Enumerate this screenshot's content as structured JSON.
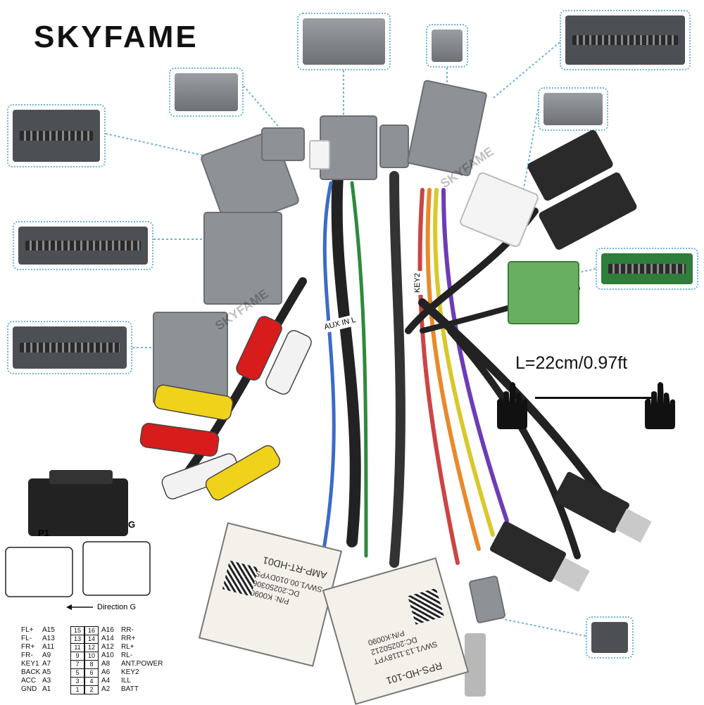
{
  "brand": {
    "name": "SKYFAME"
  },
  "watermark": "SKYFAME",
  "measurement": {
    "length_text": "L=22cm/0.97ft"
  },
  "wire_labels": [
    "KEY2",
    "AUX IN L"
  ],
  "boxes": [
    {
      "model": "AMP-RT-HD01",
      "version": "SWV1.00.010DYPS",
      "date": "DC:20250306",
      "pn": "P/N: K0090"
    },
    {
      "model": "RPS-HD-101",
      "version": "SWV1.13.1118YPT",
      "date": "DC:20250212",
      "pn": "P/N:K0090"
    }
  ],
  "diagram": {
    "p1_label": "P1",
    "g_label": "G",
    "direction_label": "Direction G"
  },
  "pinout": [
    {
      "left_name": "FL+",
      "left_id": "A15",
      "a": "15",
      "b": "16",
      "right_id": "A16",
      "right_name": "RR-"
    },
    {
      "left_name": "FL-",
      "left_id": "A13",
      "a": "13",
      "b": "14",
      "right_id": "A14",
      "right_name": "RR+"
    },
    {
      "left_name": "FR+",
      "left_id": "A11",
      "a": "11",
      "b": "12",
      "right_id": "A12",
      "right_name": "RL+"
    },
    {
      "left_name": "FR-",
      "left_id": "A9",
      "a": "9",
      "b": "10",
      "right_id": "A10",
      "right_name": "RL-"
    },
    {
      "left_name": "KEY1",
      "left_id": "A7",
      "a": "7",
      "b": "8",
      "right_id": "A8",
      "right_name": "ANT.POWER"
    },
    {
      "left_name": "BACK",
      "left_id": "A5",
      "a": "5",
      "b": "6",
      "right_id": "A6",
      "right_name": "KEY2"
    },
    {
      "left_name": "ACC",
      "left_id": "A3",
      "a": "3",
      "b": "4",
      "right_id": "A4",
      "right_name": "ILL"
    },
    {
      "left_name": "GND",
      "left_id": "A1",
      "a": "1",
      "b": "2",
      "right_id": "A2",
      "right_name": "BATT"
    }
  ],
  "colors": {
    "inset_border": "#6fb3d8",
    "connector_gray": "#8a8e93",
    "connector_green": "#5faa5a",
    "rca_red": "#d81c1c",
    "rca_yellow": "#f0d21a",
    "rca_white": "#f2f2f2"
  }
}
